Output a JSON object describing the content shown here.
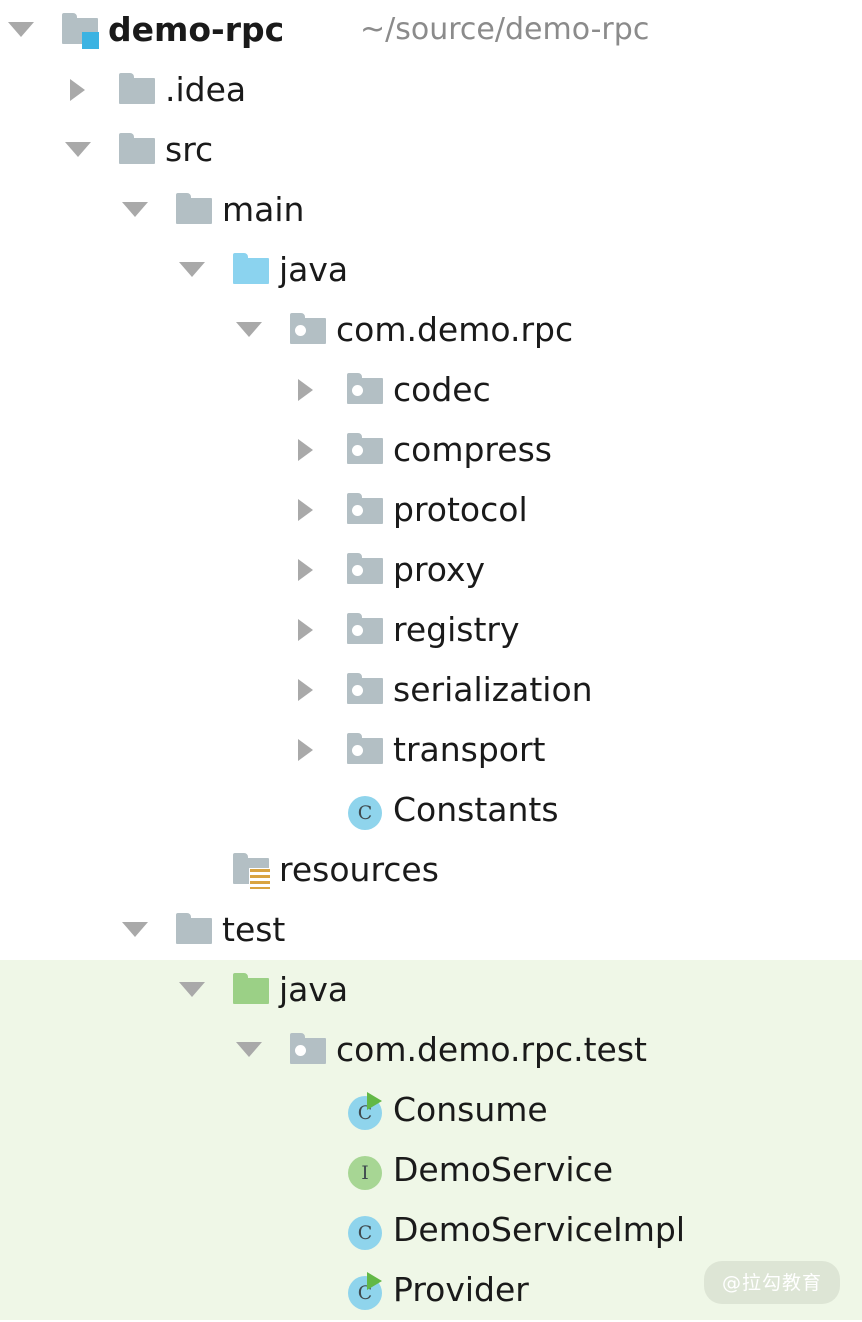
{
  "view": {
    "name": "project-tree",
    "background_color": "#ffffff",
    "selection_highlight_color": "#eff7e7",
    "selection_starts_at_row": "test-java"
  },
  "colors": {
    "folder_gray": "#b3bfc4",
    "folder_blue": "#8bd3ef",
    "folder_green": "#9bd086",
    "module_badge_blue": "#3cb3e2",
    "resources_badge_orange": "#d9a441",
    "class_circle_blue": "#8fd4ec",
    "interface_circle_green": "#a7d694",
    "run_marker_green": "#62b846",
    "twisty_gray": "#a9a9a9",
    "label_text": "#1a1a1a",
    "path_text": "#8b8b8b"
  },
  "rows": [
    {
      "id": "demo-rpc",
      "label": "demo-rpc",
      "secondary": "~/source/demo-rpc",
      "depth": 0,
      "twisty": "open",
      "icon": "module-folder-icon",
      "bold": true,
      "highlight": false
    },
    {
      "id": "idea",
      "label": ".idea",
      "secondary": "",
      "depth": 1,
      "twisty": "closed",
      "icon": "folder-icon",
      "bold": false,
      "highlight": false
    },
    {
      "id": "src",
      "label": "src",
      "secondary": "",
      "depth": 1,
      "twisty": "open",
      "icon": "folder-icon",
      "bold": false,
      "highlight": false
    },
    {
      "id": "main",
      "label": "main",
      "secondary": "",
      "depth": 2,
      "twisty": "open",
      "icon": "folder-icon",
      "bold": false,
      "highlight": false
    },
    {
      "id": "main-java",
      "label": "java",
      "secondary": "",
      "depth": 3,
      "twisty": "open",
      "icon": "sources-root-folder-icon",
      "bold": false,
      "highlight": false
    },
    {
      "id": "com-demo-rpc",
      "label": "com.demo.rpc",
      "secondary": "",
      "depth": 4,
      "twisty": "open",
      "icon": "package-folder-icon",
      "bold": false,
      "highlight": false
    },
    {
      "id": "codec",
      "label": "codec",
      "secondary": "",
      "depth": 5,
      "twisty": "closed",
      "icon": "package-folder-icon",
      "bold": false,
      "highlight": false
    },
    {
      "id": "compress",
      "label": "compress",
      "secondary": "",
      "depth": 5,
      "twisty": "closed",
      "icon": "package-folder-icon",
      "bold": false,
      "highlight": false
    },
    {
      "id": "protocol",
      "label": "protocol",
      "secondary": "",
      "depth": 5,
      "twisty": "closed",
      "icon": "package-folder-icon",
      "bold": false,
      "highlight": false
    },
    {
      "id": "proxy",
      "label": "proxy",
      "secondary": "",
      "depth": 5,
      "twisty": "closed",
      "icon": "package-folder-icon",
      "bold": false,
      "highlight": false
    },
    {
      "id": "registry",
      "label": "registry",
      "secondary": "",
      "depth": 5,
      "twisty": "closed",
      "icon": "package-folder-icon",
      "bold": false,
      "highlight": false
    },
    {
      "id": "serialization",
      "label": "serialization",
      "secondary": "",
      "depth": 5,
      "twisty": "closed",
      "icon": "package-folder-icon",
      "bold": false,
      "highlight": false
    },
    {
      "id": "transport",
      "label": "transport",
      "secondary": "",
      "depth": 5,
      "twisty": "closed",
      "icon": "package-folder-icon",
      "bold": false,
      "highlight": false
    },
    {
      "id": "constants",
      "label": "Constants",
      "secondary": "",
      "depth": 5,
      "twisty": "none",
      "icon": "java-class-icon",
      "bold": false,
      "highlight": false
    },
    {
      "id": "resources",
      "label": "resources",
      "secondary": "",
      "depth": 3,
      "twisty": "none",
      "icon": "resources-root-folder-icon",
      "bold": false,
      "highlight": false
    },
    {
      "id": "test",
      "label": "test",
      "secondary": "",
      "depth": 2,
      "twisty": "open",
      "icon": "folder-icon",
      "bold": false,
      "highlight": false
    },
    {
      "id": "test-java",
      "label": "java",
      "secondary": "",
      "depth": 3,
      "twisty": "open",
      "icon": "test-sources-root-folder-icon",
      "bold": false,
      "highlight": true
    },
    {
      "id": "com-demo-rpc-test",
      "label": "com.demo.rpc.test",
      "secondary": "",
      "depth": 4,
      "twisty": "open",
      "icon": "package-folder-icon",
      "bold": false,
      "highlight": true
    },
    {
      "id": "consume",
      "label": "Consume",
      "secondary": "",
      "depth": 5,
      "twisty": "none",
      "icon": "java-runnable-class-icon",
      "bold": false,
      "highlight": true
    },
    {
      "id": "demoservice",
      "label": "DemoService",
      "secondary": "",
      "depth": 5,
      "twisty": "none",
      "icon": "java-interface-icon",
      "bold": false,
      "highlight": true
    },
    {
      "id": "demoserviceimpl",
      "label": "DemoServiceImpl",
      "secondary": "",
      "depth": 5,
      "twisty": "none",
      "icon": "java-class-icon",
      "bold": false,
      "highlight": true
    },
    {
      "id": "provider",
      "label": "Provider",
      "secondary": "",
      "depth": 5,
      "twisty": "none",
      "icon": "java-runnable-class-icon",
      "bold": false,
      "highlight": true
    }
  ],
  "watermark": {
    "text": "@拉勾教育"
  }
}
